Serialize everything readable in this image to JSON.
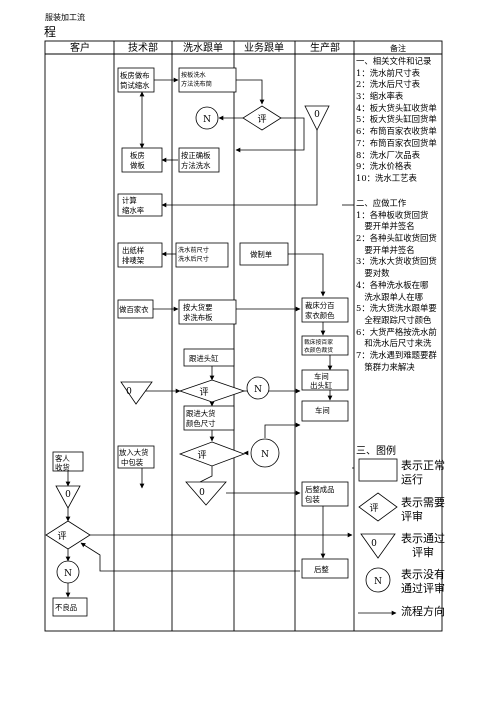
{
  "title": {
    "top_fragment": "服装加工流",
    "main": "程"
  },
  "columns": [
    "客户",
    "技术部",
    "洗水跟单",
    "业务跟单",
    "生产部",
    "备注"
  ],
  "nodes": {
    "sample_washing": [
      "板房做布",
      "筒试缩水"
    ],
    "wash_method": [
      "按板洗水",
      "方法洗布筒"
    ],
    "review_1": "评",
    "no_1": "N",
    "zero_1": "0",
    "make_board": [
      "板房",
      "做板"
    ],
    "correct_method": [
      "按正确板",
      "方法洗水"
    ],
    "calc_shrink": [
      "计算",
      "缩水率"
    ],
    "paper_pattern": [
      "出纸样",
      "排唛架"
    ],
    "measure_size": [
      "洗水前尺寸",
      "洗水后尺寸"
    ],
    "make_sample": "做制单",
    "bulk_color": "做百家衣",
    "bulk_wash": [
      "按大货要",
      "求洗布板"
    ],
    "hundred_color": [
      "裁床分百",
      "家衣颜色"
    ],
    "cut_bed": [
      "裁床按百家",
      "衣颜色裁货"
    ],
    "follow_dye": "跟进头缸",
    "zero_2": "0",
    "review_2": "评",
    "no_2": "N",
    "workshop_first": [
      "车间",
      "出头缸"
    ],
    "follow_bulk": [
      "跟进大货",
      "颜色尺寸"
    ],
    "workshop": "车间",
    "review_3": "评",
    "no_3": "N",
    "customer_check": [
      "客人",
      "收货"
    ],
    "bulk_pack": [
      "放入大货",
      "中包装"
    ],
    "zero_3": "0",
    "zero_4": "0",
    "post_pack": [
      "后整成品",
      "包装"
    ],
    "review_4": "评",
    "no_4": "N",
    "post_finish": "后整",
    "defect": "不良品"
  },
  "notes": {
    "section1_title": "一、相关文件和记录",
    "section1_items": [
      "1：洗水前尺寸表",
      "2：洗水后尺寸表",
      "3：缩水率表",
      "4：板大货头缸收货单",
      "5：板大货头缸回货单",
      "6：布筒百家衣收货单",
      "7：布筒百家衣回货单",
      "8：洗水厂次品表",
      "9：洗水价格表",
      "10：洗水工艺表"
    ],
    "section2_title": "二、应做工作",
    "section2_items": [
      "1：各种板收货回货",
      "　要开单并签名",
      "2：各种头缸收货回货",
      "　要开单并签名",
      "3：洗水大货收货回货",
      "　要对数",
      "4：各种洗水板在哪",
      "　洗水跟单人在哪",
      "5：洗大货洗水跟单要",
      "　全程跟踪尺寸颜色",
      "6：大货严格按洗水前",
      "　和洗水后尺寸来洗",
      "7：洗水遇到难题要群",
      "　策群力来解决"
    ],
    "section3_title": "三、图例"
  },
  "legend": {
    "review_symbol": "评",
    "zero_symbol": "0",
    "no_symbol": "N",
    "rect": [
      "表示正常",
      "运行"
    ],
    "diamond": [
      "表示需要",
      "评审"
    ],
    "triangle": [
      "表示通过",
      "　评审"
    ],
    "circle": [
      "表示没有",
      "通过评审"
    ],
    "arrow": "流程方向"
  }
}
